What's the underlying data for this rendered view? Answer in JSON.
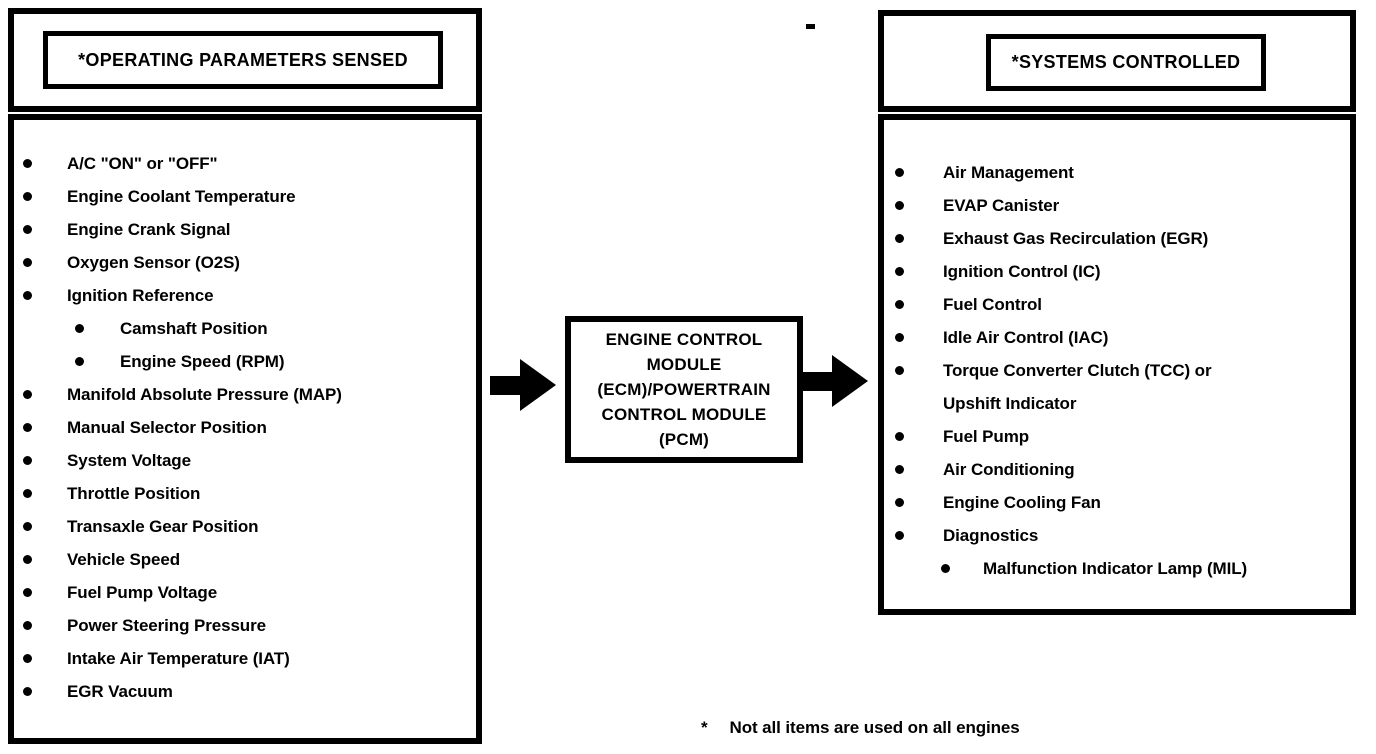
{
  "left_panel": {
    "title": "*OPERATING PARAMETERS SENSED",
    "items": [
      {
        "label": "A/C \"ON\" or \"OFF\"",
        "level": 1
      },
      {
        "label": "Engine Coolant Temperature",
        "level": 1
      },
      {
        "label": "Engine Crank Signal",
        "level": 1
      },
      {
        "label": "Oxygen Sensor (O2S)",
        "level": 1
      },
      {
        "label": "Ignition Reference",
        "level": 1
      },
      {
        "label": "Camshaft Position",
        "level": 2
      },
      {
        "label": "Engine Speed (RPM)",
        "level": 2
      },
      {
        "label": "Manifold Absolute Pressure (MAP)",
        "level": 1
      },
      {
        "label": "Manual Selector Position",
        "level": 1
      },
      {
        "label": "System Voltage",
        "level": 1
      },
      {
        "label": "Throttle Position",
        "level": 1
      },
      {
        "label": "Transaxle Gear Position",
        "level": 1
      },
      {
        "label": "Vehicle Speed",
        "level": 1
      },
      {
        "label": "Fuel Pump Voltage",
        "level": 1
      },
      {
        "label": "Power Steering Pressure",
        "level": 1
      },
      {
        "label": "Intake Air Temperature (IAT)",
        "level": 1
      },
      {
        "label": "EGR Vacuum",
        "level": 1
      }
    ]
  },
  "center_module": {
    "lines": [
      "ENGINE CONTROL",
      "MODULE",
      "(ECM)/POWERTRAIN",
      "CONTROL MODULE",
      "(PCM)"
    ]
  },
  "right_panel": {
    "title": "*SYSTEMS CONTROLLED",
    "items": [
      {
        "label": "Air Management",
        "level": 1
      },
      {
        "label": "EVAP Canister",
        "level": 1
      },
      {
        "label": "Exhaust Gas Recirculation (EGR)",
        "level": 1
      },
      {
        "label": "Ignition Control (IC)",
        "level": 1
      },
      {
        "label": "Fuel Control",
        "level": 1
      },
      {
        "label": "Idle Air Control (IAC)",
        "level": 1
      },
      {
        "label": "Torque Converter Clutch (TCC) or\nUpshift Indicator",
        "level": 1
      },
      {
        "label": "Fuel Pump",
        "level": 1
      },
      {
        "label": "Air Conditioning",
        "level": 1
      },
      {
        "label": "Engine Cooling Fan",
        "level": 1
      },
      {
        "label": "Diagnostics",
        "level": 1
      },
      {
        "label": "Malfunction Indicator Lamp (MIL)",
        "level": 2
      }
    ]
  },
  "footnote": {
    "marker": "*",
    "text": "Not all items are used on all engines"
  },
  "colors": {
    "ink": "#000000",
    "paper": "#ffffff"
  }
}
